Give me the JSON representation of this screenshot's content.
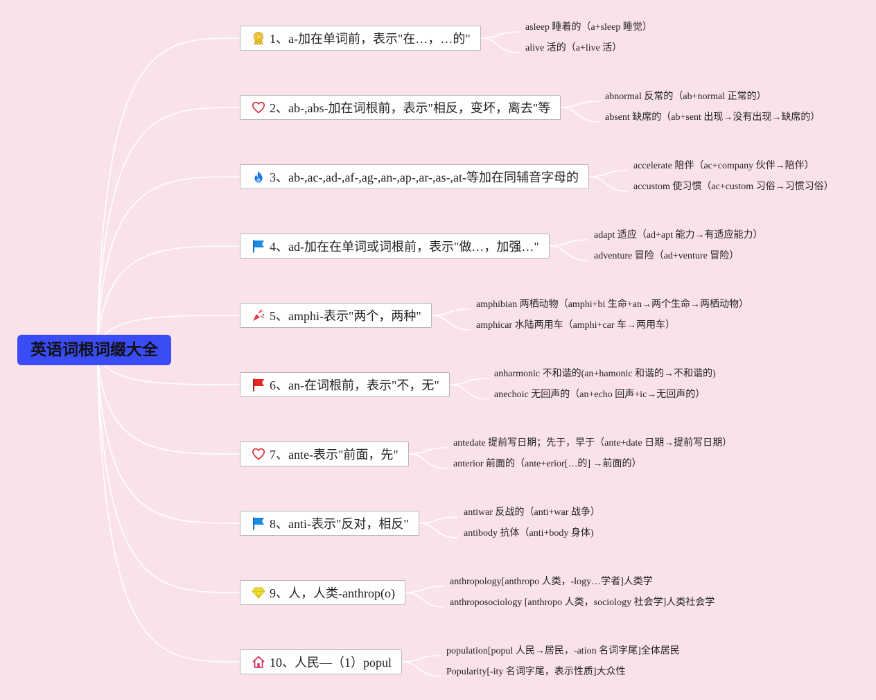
{
  "root": {
    "label": "英语词根词缀大全"
  },
  "branches": [
    {
      "icon": "award-ribbon-icon",
      "label": "1、a-加在单词前，表示\"在…，…的\"",
      "children": [
        "asleep 睡着的（a+sleep 睡觉）",
        "alive 活的（a+live 活）"
      ]
    },
    {
      "icon": "heart-outline-icon",
      "label": "2、ab-,abs-加在词根前，表示\"相反，变坏，离去\"等",
      "children": [
        "abnormal 反常的（ab+normal 正常的）",
        "absent 缺席的（ab+sent 出现→没有出现→缺席的）"
      ]
    },
    {
      "icon": "flame-icon",
      "label": "3、ab-,ac-,ad-,af-,ag-,an-,ap-,ar-,as-,at-等加在同辅音字母的",
      "children": [
        "accelerate 陪伴（ac+company 伙伴→陪伴）",
        "accustom 使习惯（ac+custom 习俗→习惯习俗）"
      ]
    },
    {
      "icon": "blue-flag-icon",
      "label": "4、ad-加在在单词或词根前，表示\"做…，加强…\"",
      "children": [
        "adapt 适应（ad+apt 能力→有适应能力）",
        "adventure 冒险（ad+venture 冒险）"
      ]
    },
    {
      "icon": "party-popper-icon",
      "label": "5、amphi-表示\"两个，两种\"",
      "children": [
        "amphibian 两栖动物（amphi+bi 生命+an→两个生命→两栖动物）",
        "amphicar 水陆两用车（amphi+car 车→两用车）"
      ]
    },
    {
      "icon": "red-flag-icon",
      "label": "6、an-在词根前，表示\"不，无\"",
      "children": [
        "anharmonic 不和谐的(an+hamonic 和谐的→不和谐的)",
        "anechoic 无回声的（an+echo 回声+ic→无回声的）"
      ]
    },
    {
      "icon": "heart-outline-icon",
      "label": "7、ante-表示\"前面，先\"",
      "children": [
        "antedate 提前写日期；先于，早于（ante+date 日期→提前写日期）",
        "anterior 前面的（ante+erior[…的] →前面的）"
      ]
    },
    {
      "icon": "blue-flag-icon",
      "label": "8、anti-表示\"反对，相反\"",
      "children": [
        "antiwar 反战的（anti+war 战争）",
        "antibody 抗体（anti+body 身体)"
      ]
    },
    {
      "icon": "diamond-icon",
      "label": "9、人，人类-anthrop(o)",
      "children": [
        "anthropology[anthropo 人类，-logy…学者]人类学",
        "anthroposociology [anthropo 人类，sociology 社会学]人类社会学"
      ]
    },
    {
      "icon": "house-icon",
      "label": "10、人民—（1）popul",
      "children": [
        "population[popul 人民→居民，-ation 名词字尾]全体居民",
        "Popularity[-ity 名词字尾，表示性质]大众性"
      ]
    }
  ]
}
